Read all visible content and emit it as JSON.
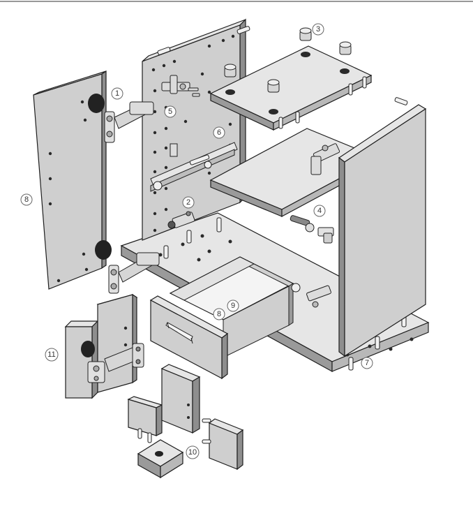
{
  "diagram": {
    "callouts": [
      "1",
      "2",
      "3",
      "4",
      "5",
      "6",
      "7",
      "8",
      "8",
      "9",
      "10",
      "11"
    ]
  },
  "colors": {
    "panel_face": "#cfcfcf",
    "panel_side": "#8e8e8e",
    "panel_top": "#e4e4e4",
    "outline": "#1e1e1e",
    "hole": "#2a2a2a",
    "metal": "#d9d9d9"
  }
}
